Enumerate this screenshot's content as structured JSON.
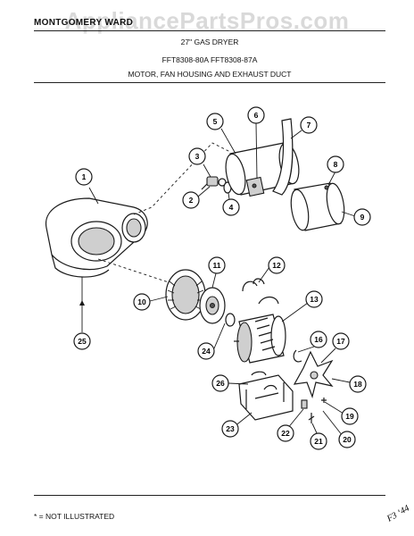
{
  "header": {
    "brand": "MONTGOMERY WARD",
    "watermark": "AppliancePartsPros.com",
    "title": "27\" GAS DRYER",
    "models": "FFT8308-80A  FFT8308-87A",
    "section": "MOTOR, FAN HOUSING AND EXHAUST DUCT"
  },
  "footer": {
    "note": "* = NOT ILLUSTRATED",
    "page_mark": "F3 ‘44"
  },
  "callouts": [
    {
      "number": "1"
    },
    {
      "number": "2"
    },
    {
      "number": "3"
    },
    {
      "number": "4"
    },
    {
      "number": "5"
    },
    {
      "number": "6"
    },
    {
      "number": "7"
    },
    {
      "number": "8"
    },
    {
      "number": "9"
    },
    {
      "number": "10"
    },
    {
      "number": "11"
    },
    {
      "number": "12"
    },
    {
      "number": "13"
    },
    {
      "number": "16"
    },
    {
      "number": "17"
    },
    {
      "number": "18"
    },
    {
      "number": "19"
    },
    {
      "number": "20"
    },
    {
      "number": "21"
    },
    {
      "number": "22"
    },
    {
      "number": "23"
    },
    {
      "number": "24"
    },
    {
      "number": "25"
    },
    {
      "number": "26"
    }
  ]
}
